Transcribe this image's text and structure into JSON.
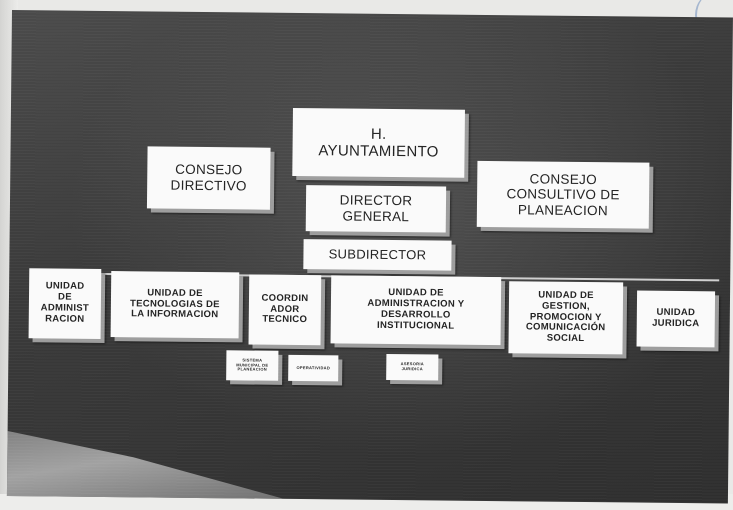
{
  "org_chart": {
    "top": "H.\nAYUNTAMIENTO",
    "consejo_directivo": "CONSEJO\nDIRECTIVO",
    "consejo_consultivo": "CONSEJO\nCONSULTIVO DE\nPLANEACION",
    "director_general": "DIRECTOR\nGENERAL",
    "subdirector": "SUBDIRECTOR",
    "units": [
      "UNIDAD\nDE\nADMINIST\nRACION",
      "UNIDAD DE\nTECNOLOGIAS DE\nLA INFORMACION",
      "COORDIN\nADOR\nTECNICO",
      "UNIDAD DE\nADMINISTRACION Y\nDESARROLLO\nINSTITUCIONAL",
      "UNIDAD DE\nGESTION,\nPROMOCION Y\nCOMUNICACIÓN\nSOCIAL",
      "UNIDAD\nJURIDICA"
    ],
    "sub_units": [
      "SISTEMA\nMUNICIPAL DE\nPLANEACION",
      "OPERATIVIDAD",
      "ASESORIA\nJURIDICA"
    ]
  }
}
